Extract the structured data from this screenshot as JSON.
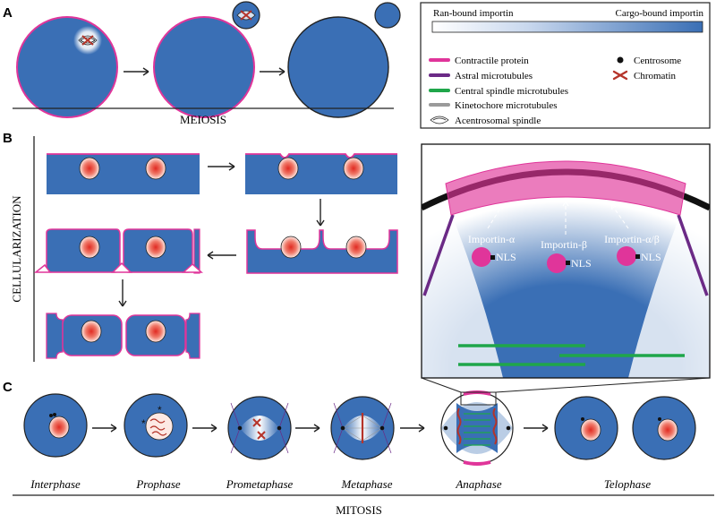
{
  "colors": {
    "cell_blue": "#3a6fb5",
    "contractile": "#e0359a",
    "astral": "#6b2a86",
    "central_spindle": "#1fa64a",
    "kinetochore": "#9a9a9a",
    "chromatin": "#b5342a",
    "nucleus": "#e8443a"
  },
  "panels": {
    "a": {
      "letter": "A",
      "label": "MEIOSIS"
    },
    "b": {
      "letter": "B",
      "label": "CELLULARIZATION"
    },
    "c": {
      "letter": "C",
      "label": "MITOSIS"
    }
  },
  "legend": {
    "gradient_left": "Ran-bound importin",
    "gradient_right": "Cargo-bound importin",
    "items": {
      "contractile": "Contractile protein",
      "astral": "Astral microtubules",
      "central": "Central spindle microtubules",
      "kinetochore": "Kinetochore microtubules",
      "acentrosomal": "Acentrosomal spindle",
      "centrosome": "Centrosome",
      "chromatin": "Chromatin"
    }
  },
  "zoom": {
    "importins": [
      {
        "label": "Importin-α",
        "cargo": "NLS"
      },
      {
        "label": "Importin-β",
        "cargo": "NLS"
      },
      {
        "label": "Importin-α/β",
        "cargo": "NLS"
      }
    ]
  },
  "mitosis_phases": [
    "Interphase",
    "Prophase",
    "Prometaphase",
    "Metaphase",
    "Anaphase",
    "Telophase"
  ]
}
